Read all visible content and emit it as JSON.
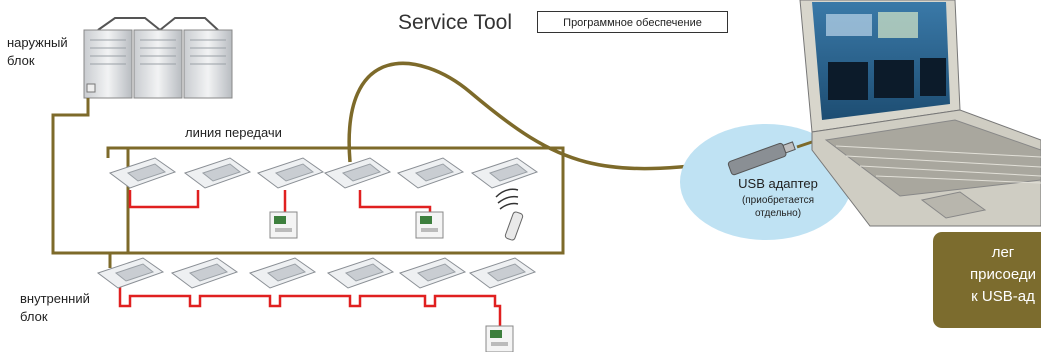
{
  "title": "Service Tool",
  "software_label": "Программное обеспечение",
  "outdoor_unit_label": [
    "наружный",
    "блок"
  ],
  "indoor_unit_label": [
    "внутренний",
    "блок"
  ],
  "transmission_line_label": "линия передачи",
  "usb_adapter": {
    "title": "USB адаптер",
    "note": [
      "(приобретается",
      "отдельно)"
    ]
  },
  "callout_lines": [
    "лег",
    "присоеди",
    "к USB-ад"
  ],
  "colors": {
    "transmission_line": "#7d6a2a",
    "remote_wire": "#e02020",
    "usb_bubble": "#bfe2f3",
    "callout_bg": "#7c6c2e"
  }
}
